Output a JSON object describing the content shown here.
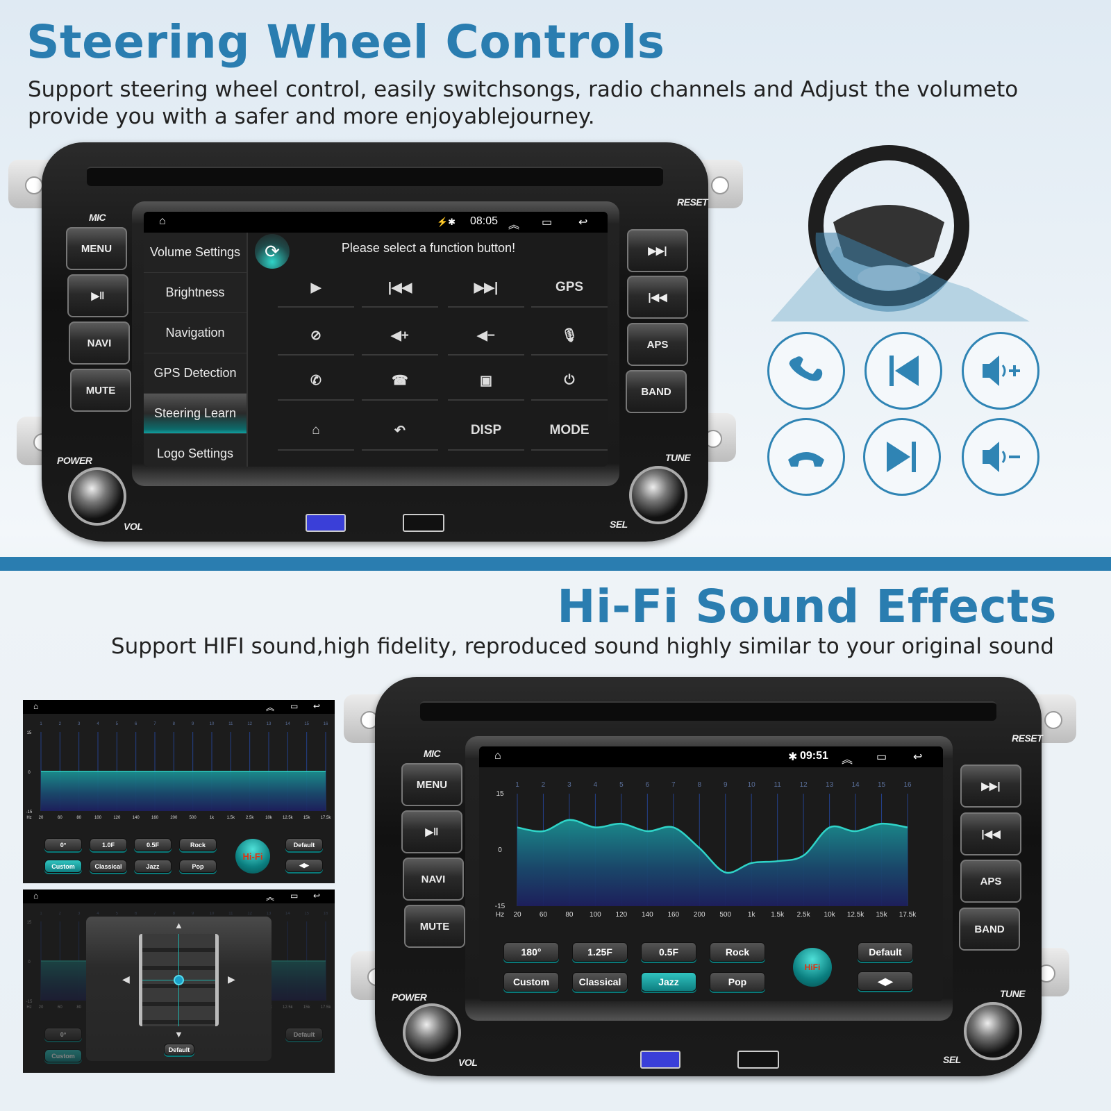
{
  "top": {
    "title": "Steering Wheel Controls",
    "subtitle_line1": "Support steering wheel control, easily switchsongs, radio channels and Adjust the volumeto",
    "subtitle_line2": "provide you with a safer and more enjoyablejourney."
  },
  "unit_labels": {
    "mic": "MIC",
    "reset": "RESET",
    "power": "POWER",
    "tune": "TUNE",
    "vol": "VOL",
    "sel": "SEL",
    "menu": "MENU",
    "navi": "NAVI",
    "mute": "MUTE",
    "aps": "APS",
    "band": "BAND"
  },
  "steering_screen": {
    "time": "08:05",
    "sidebar": [
      {
        "label": "Volume Settings"
      },
      {
        "label": "Brightness"
      },
      {
        "label": "Navigation"
      },
      {
        "label": "GPS Detection"
      },
      {
        "label": "Steering Learn"
      },
      {
        "label": "Logo Settings"
      }
    ],
    "active_item": "Steering Learn",
    "prompt": "Please select a function button!",
    "grid": {
      "gps": "GPS",
      "disp": "DISP",
      "mode": "MODE"
    },
    "grid_icons": [
      "play-icon",
      "previous-icon",
      "next-icon",
      "gps",
      "mute-icon",
      "volume-up-icon",
      "volume-down-icon",
      "microphone-icon",
      "phone-icon",
      "hang-up-icon",
      "radio-icon",
      "power-icon",
      "home-icon",
      "back-icon",
      "disp",
      "mode"
    ]
  },
  "wheel_icons": [
    "phone-answer-icon",
    "previous-track-icon",
    "volume-up-icon",
    "phone-hangup-icon",
    "next-track-icon",
    "volume-down-icon"
  ],
  "hifi": {
    "title": "Hi-Fi Sound Effects",
    "subtitle": "Support HIFI sound,high fidelity, reproduced sound highly similar to your original sound"
  },
  "eq_main": {
    "time": "09:51",
    "buttons": [
      "180°",
      "1.25F",
      "0.5F",
      "Rock",
      "Custom",
      "Classical",
      "Jazz",
      "Pop"
    ],
    "active": "Jazz",
    "default": "Default",
    "badge": "HiFi"
  },
  "eq_small": {
    "buttons": [
      "0°",
      "1.0F",
      "0.5F",
      "Rock",
      "Custom",
      "Classical",
      "Jazz",
      "Pop"
    ],
    "active": "Custom",
    "default": "Default",
    "badge": "Hi-Fi"
  },
  "balance": {
    "default": "Default",
    "behind": {
      "b0": "0°",
      "b1": "Custom",
      "b2": "Default"
    }
  },
  "colors": {
    "brand": "#2a7db0",
    "accent": "#1fb3ad",
    "curve": "#2fd4c8",
    "fill_bottom": "#1d1f5e"
  },
  "chart_data": [
    {
      "type": "area",
      "title": "",
      "xlabel": "Hz",
      "ylabel": "",
      "bands": [
        "1",
        "2",
        "3",
        "4",
        "5",
        "6",
        "7",
        "8",
        "9",
        "10",
        "11",
        "12",
        "13",
        "14",
        "15",
        "16"
      ],
      "categories": [
        "20",
        "60",
        "80",
        "100",
        "120",
        "140",
        "160",
        "200",
        "500",
        "1k",
        "1.5k",
        "2.5k",
        "10k",
        "12.5k",
        "15k",
        "17.5k"
      ],
      "yticks": [
        "15",
        "0",
        "-15"
      ],
      "ylim": [
        -15,
        15
      ],
      "series": [
        {
          "values": [
            6,
            5,
            8,
            6,
            7,
            5,
            6,
            0.5,
            -6,
            -3.5,
            -3,
            -1.5,
            6,
            5,
            7,
            6
          ]
        }
      ]
    },
    {
      "type": "area",
      "title": "",
      "xlabel": "Hz",
      "ylabel": "",
      "bands": [
        "1",
        "2",
        "3",
        "4",
        "5",
        "6",
        "7",
        "8",
        "9",
        "10",
        "11",
        "12",
        "13",
        "14",
        "15",
        "16"
      ],
      "categories": [
        "20",
        "60",
        "80",
        "100",
        "120",
        "140",
        "160",
        "200",
        "500",
        "1k",
        "1.5k",
        "2.5k",
        "10k",
        "12.5k",
        "15k",
        "17.5k"
      ],
      "yticks": [
        "15",
        "0",
        "-15"
      ],
      "ylim": [
        -15,
        15
      ],
      "series": [
        {
          "values": [
            0,
            0,
            0,
            0,
            0,
            0,
            0,
            0,
            0,
            0,
            0,
            0,
            0,
            0,
            0,
            0
          ]
        }
      ]
    }
  ]
}
